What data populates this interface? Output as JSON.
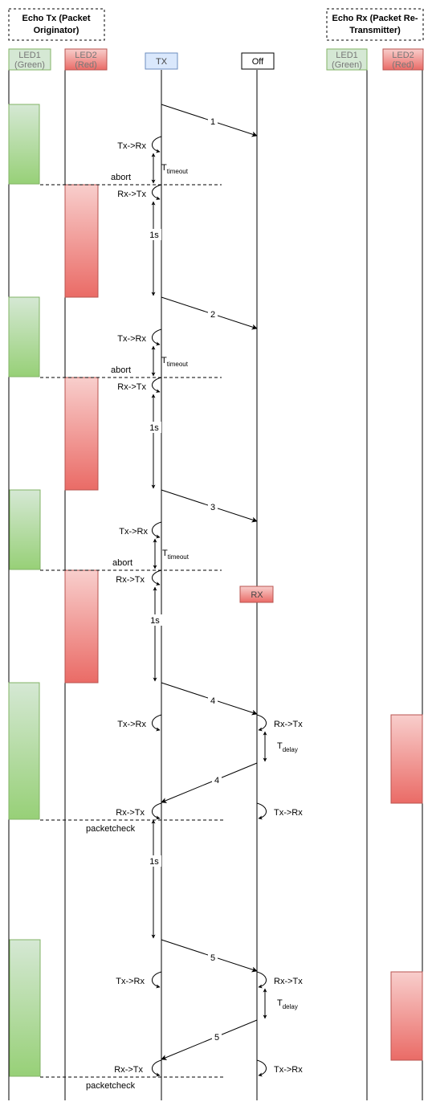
{
  "headers": {
    "tx_node": [
      "Echo Tx (Packet",
      "Originator)"
    ],
    "rx_node": [
      "Echo Rx (Packet Re-",
      "Transmitter)"
    ]
  },
  "lanes": {
    "tx_led1": [
      "LED1",
      "(Green)"
    ],
    "tx_led2": [
      "LED2",
      "(Red)"
    ],
    "tx_state": "TX",
    "rx_state": "Off",
    "rx_led1": [
      "LED1",
      "(Green)"
    ],
    "rx_led2": [
      "LED2",
      "(Red)"
    ]
  },
  "rx_state_change": "RX",
  "labels": {
    "tx_to_rx": "Tx->Rx",
    "rx_to_tx": "Rx->Tx",
    "timeout_base": "T",
    "timeout_sub": "timeout",
    "delay_base": "T",
    "delay_sub": "delay",
    "abort": "abort",
    "packetcheck": "packetcheck",
    "one_second": "1s"
  },
  "message_numbers": [
    "1",
    "2",
    "3",
    "4",
    "5"
  ],
  "colors": {
    "green_fill_top": "#d5e8d4",
    "green_fill_bottom": "#97d077",
    "green_stroke": "#82b366",
    "red_fill_top": "#f8cecc",
    "red_fill_bottom": "#ea6b66",
    "red_stroke": "#b85450",
    "tx_fill": "#dae8fc",
    "tx_stroke": "#6c8ebf",
    "line": "#000000"
  }
}
